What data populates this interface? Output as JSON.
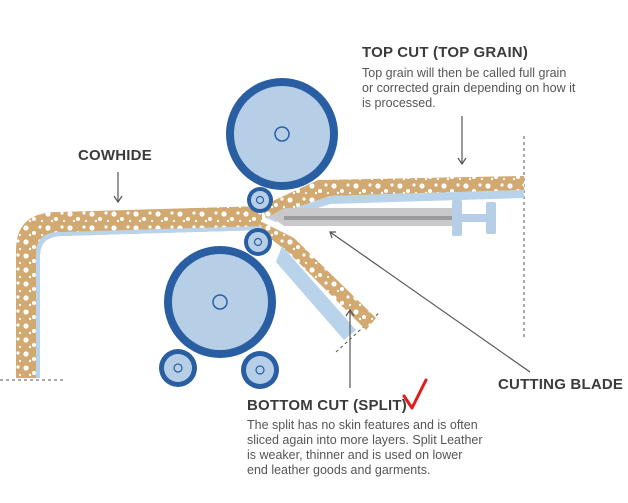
{
  "colors": {
    "roller_dark": "#2a5ea3",
    "roller_light": "#b7cfe6",
    "hide_tan": "#d2a971",
    "hide_spot": "#ffffff",
    "flesh_light": "#b8d3ea",
    "blade_gray": "#c9c9cc",
    "arrow": "#555555",
    "checkmark": "#e21b1b"
  },
  "labels": {
    "cowhide": "COWHIDE",
    "top_cut_title": "TOP CUT (TOP GRAIN)",
    "top_cut_desc": [
      "Top grain will then be called full grain",
      "or corrected grain depending on how it",
      "is processed."
    ],
    "cutting_blade": "CUTTING BLADE",
    "bottom_cut_title": "BOTTOM CUT (SPLIT)",
    "bottom_cut_desc": [
      "The split has no skin features and is often",
      "sliced again into more layers. Split Leather",
      "is weaker, thinner and is used on lower",
      "end leather goods and garments."
    ]
  },
  "icons": [
    "roller-icon",
    "blade-icon",
    "checkmark-icon"
  ]
}
